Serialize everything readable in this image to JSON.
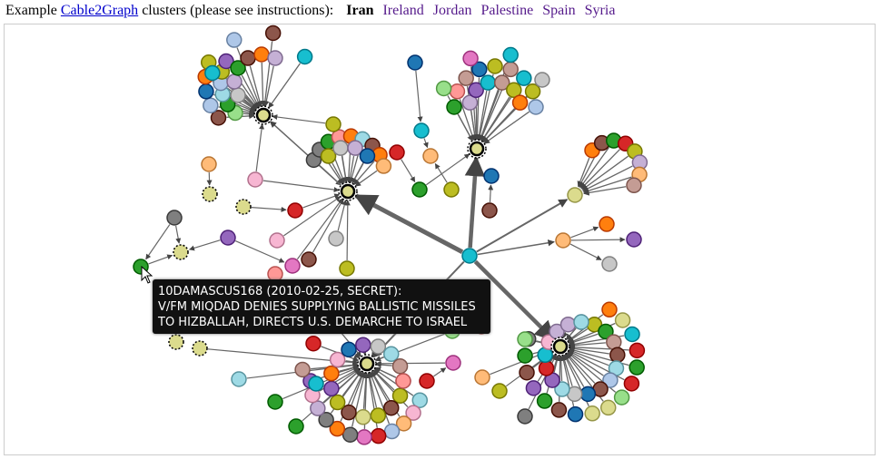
{
  "header": {
    "prefix": "Example ",
    "link_text": "Cable2Graph",
    "suffix": " clusters (please see instructions):",
    "clusters": [
      "Iran",
      "Ireland",
      "Jordan",
      "Palestine",
      "Spain",
      "Syria"
    ],
    "active_cluster": "Iran"
  },
  "tooltip": {
    "line1": "10DAMASCUS168 (2010-02-25, SECRET):",
    "line2": "V/FM MIQDAD DENIES SUPPLYING BALLISTIC MISSILES",
    "line3": "TO HIZBALLAH, DIRECTS U.S. DEMARCHE TO ISRAEL"
  },
  "colors": {
    "edge": "#666666",
    "tooltip_bg": "#111111",
    "link": "#0000cc",
    "visited_link": "#551a8b",
    "palette": [
      "#d62728",
      "#2ca02c",
      "#1f77b4",
      "#17becf",
      "#ff7f0e",
      "#9467bd",
      "#e377c2",
      "#7f7f7f",
      "#bcbd22",
      "#8c564b",
      "#98df8a",
      "#aec7e8",
      "#ffbb78",
      "#c5b0d5",
      "#f7b6d2",
      "#c7c7c7",
      "#dbdb8d",
      "#9edae5",
      "#ff9896",
      "#c49c94"
    ]
  }
}
